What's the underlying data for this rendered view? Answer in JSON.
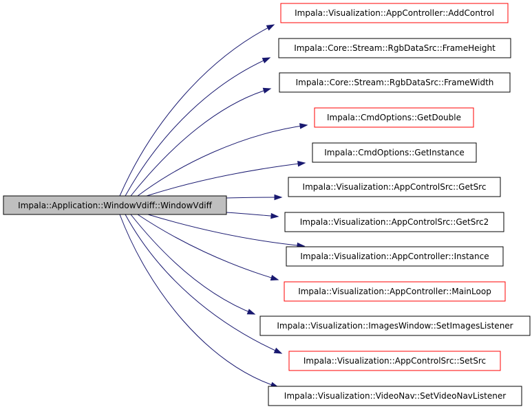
{
  "graph": {
    "root": "Impala::Application::WindowVdiff::WindowVdiff",
    "callees": [
      {
        "label": "Impala::Visualization::AppController::AddControl",
        "border": "red"
      },
      {
        "label": "Impala::Core::Stream::RgbDataSrc::FrameHeight",
        "border": "black"
      },
      {
        "label": "Impala::Core::Stream::RgbDataSrc::FrameWidth",
        "border": "black"
      },
      {
        "label": "Impala::CmdOptions::GetDouble",
        "border": "red"
      },
      {
        "label": "Impala::CmdOptions::GetInstance",
        "border": "black"
      },
      {
        "label": "Impala::Visualization::AppControlSrc::GetSrc",
        "border": "black"
      },
      {
        "label": "Impala::Visualization::AppControlSrc::GetSrc2",
        "border": "black"
      },
      {
        "label": "Impala::Visualization::AppController::Instance",
        "border": "black"
      },
      {
        "label": "Impala::Visualization::AppController::MainLoop",
        "border": "red"
      },
      {
        "label": "Impala::Visualization::ImagesWindow::SetImagesListener",
        "border": "black"
      },
      {
        "label": "Impala::Visualization::AppControlSrc::SetSrc",
        "border": "red"
      },
      {
        "label": "Impala::Visualization::VideoNav::SetVideoNavListener",
        "border": "black"
      }
    ]
  },
  "colors": {
    "edge": "#191970",
    "root_fill": "#bfbfbf",
    "truncated_border": "#ff0000",
    "normal_border": "#000000"
  }
}
